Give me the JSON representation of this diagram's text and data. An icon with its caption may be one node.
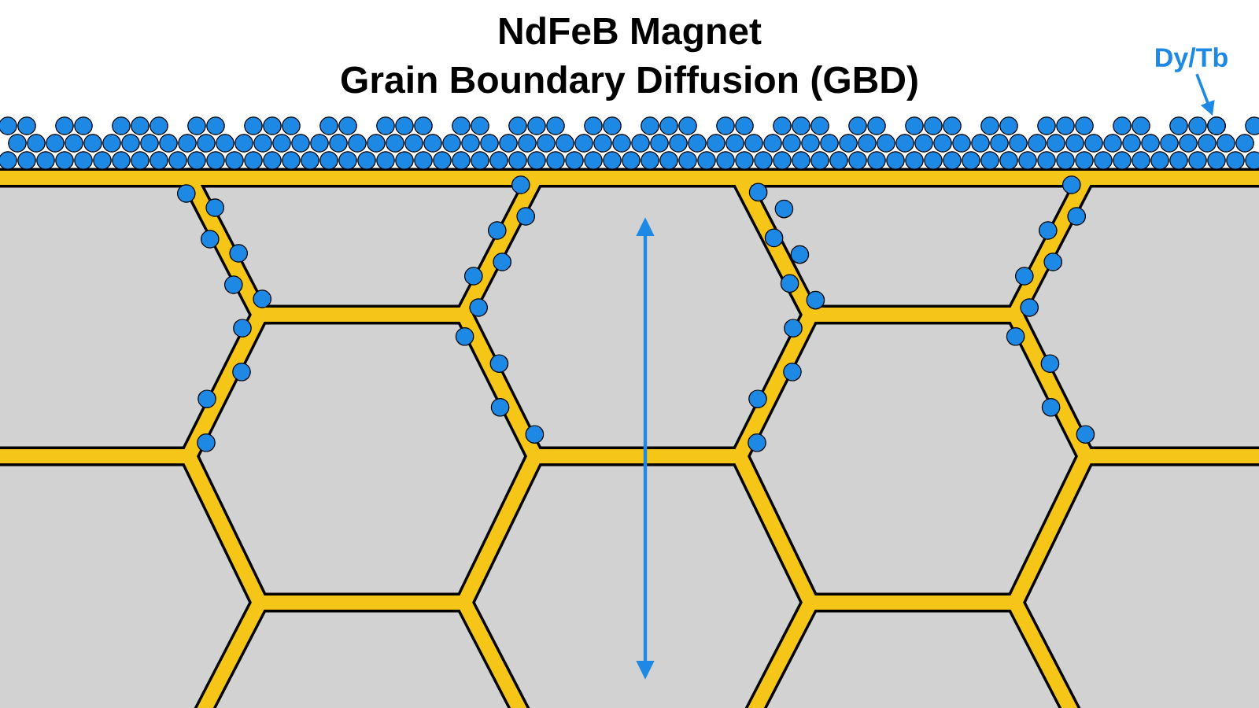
{
  "diagram": {
    "title": "NdFeB Magnet",
    "nodes": [
      {
        "text": [
          "Dy/Tb"
        ]
      },
      {
        "text": [],
        "shape": "circle"
      }
    ],
    "edges": [
      {
        "from": 0,
        "to": 1,
        "arrow": "to"
      }
    ],
    "labels": [
      "Grain Boundary Diffusion (GBD)"
    ]
  }
}
